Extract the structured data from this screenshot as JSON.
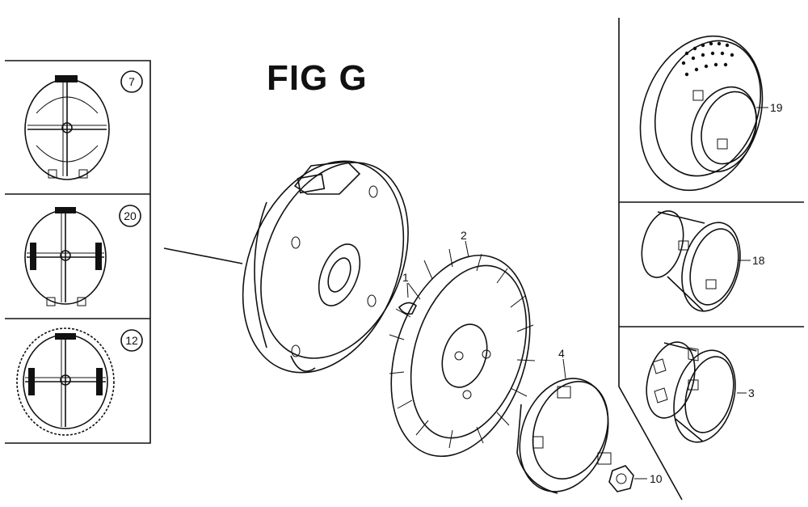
{
  "figure": {
    "title": "FIG G"
  },
  "inset_variants": [
    {
      "ref": "7"
    },
    {
      "ref": "20"
    },
    {
      "ref": "12"
    }
  ],
  "part_callouts": {
    "p1": "1",
    "p2": "2",
    "p3": "3",
    "p4": "4",
    "p10": "10",
    "p18": "18",
    "p19": "19"
  }
}
